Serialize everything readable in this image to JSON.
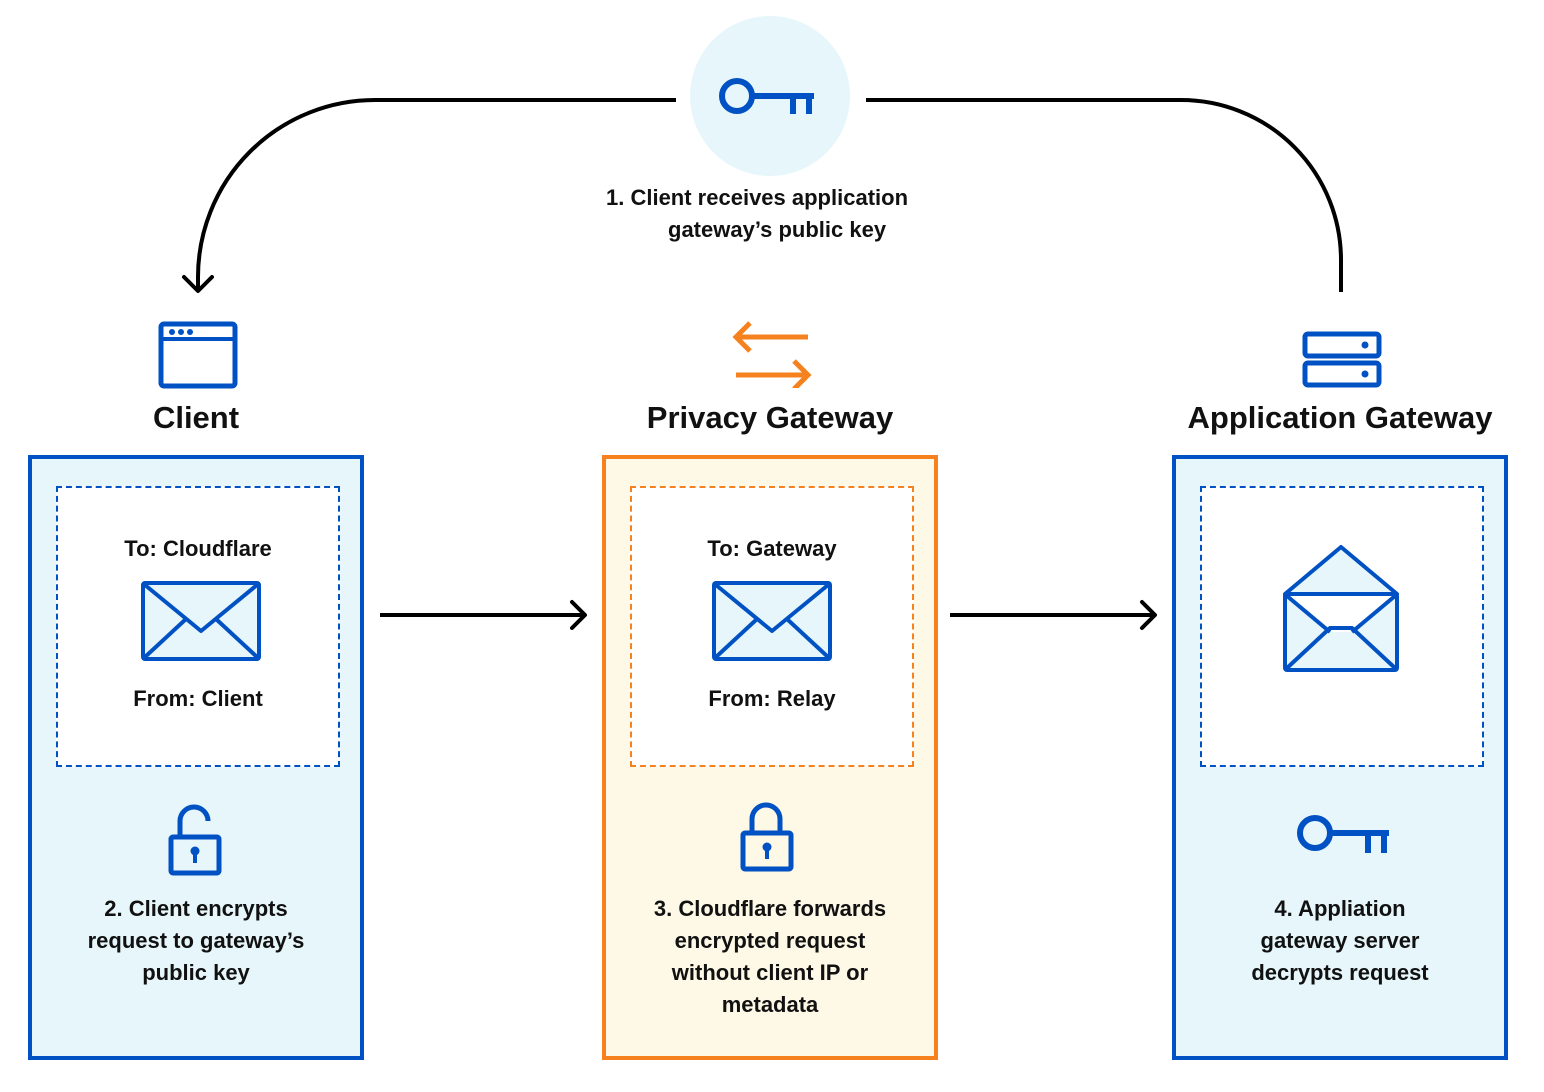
{
  "diagram": {
    "colors": {
      "blue": "#0051c3",
      "orange": "#f6821f",
      "light_blue": "#e6f6fb",
      "light_orange": "#fef8e6",
      "key_circle": "#e6f6fb"
    },
    "step1": {
      "line1": "1. Client receives application",
      "line2": "gateway’s public key",
      "icon": "key-icon"
    },
    "nodes": [
      {
        "id": "client",
        "title": "Client",
        "icon": "browser-window-icon",
        "envelope": {
          "to": "To: Cloudflare",
          "from": "From: Client",
          "icon": "closed-envelope-icon"
        },
        "lock_icon": "unlocked-padlock-icon",
        "step": [
          "2. Client encrypts",
          "request to gateway’s",
          "public key"
        ]
      },
      {
        "id": "privacy-gateway",
        "title": "Privacy Gateway",
        "icon": "exchange-arrows-icon",
        "envelope": {
          "to": "To: Gateway",
          "from": "From: Relay",
          "icon": "closed-envelope-icon"
        },
        "lock_icon": "locked-padlock-icon",
        "step": [
          "3. Cloudflare forwards",
          "encrypted request",
          "without client IP or",
          "metadata"
        ]
      },
      {
        "id": "application-gateway",
        "title": "Application Gateway",
        "icon": "server-icon",
        "envelope": {
          "icon": "open-envelope-icon"
        },
        "lock_icon": "key-icon",
        "step": [
          "4. Appliation",
          "gateway server",
          "decrypts request"
        ]
      }
    ],
    "arrows": [
      {
        "from": "application-gateway",
        "to": "client",
        "label_ref": "step1"
      },
      {
        "from": "client",
        "to": "privacy-gateway"
      },
      {
        "from": "privacy-gateway",
        "to": "application-gateway"
      }
    ]
  }
}
